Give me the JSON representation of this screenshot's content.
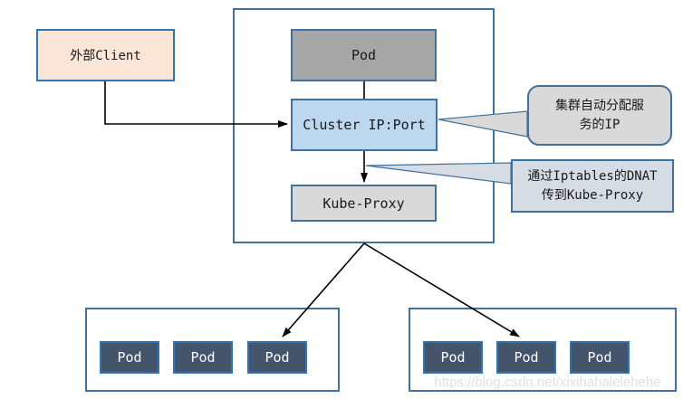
{
  "diagram": {
    "external_client": {
      "label": "外部Client"
    },
    "service_box": {
      "pod_label": "Pod",
      "cluster_ip_label": "Cluster IP:Port",
      "kube_proxy_label": "Kube-Proxy"
    },
    "callout_ip": {
      "lines": [
        "集群自动分配服",
        "务的IP"
      ]
    },
    "callout_dnat": {
      "lines": [
        "通过Iptables的DNAT",
        "传到Kube-Proxy"
      ]
    },
    "pod_group_left": [
      "Pod",
      "Pod",
      "Pod"
    ],
    "pod_group_right": [
      "Pod",
      "Pod",
      "Pod"
    ],
    "watermark": "https://blog.csdn.net/xixihahalelehehe"
  },
  "colors": {
    "external_client_fill": "#FBE5D6",
    "pod_gray_fill": "#A6A6A6",
    "cluster_ip_fill": "#BDD7EE",
    "kube_proxy_fill": "#D9D9D9",
    "callout_ip_fill": "#D9D9D9",
    "callout_dnat_fill": "#D6DCE4",
    "pod_dark_fill": "#44546A",
    "container_border": "#41719C",
    "arrow_color": "#000000",
    "watermark_color": "#DDE1E6"
  }
}
